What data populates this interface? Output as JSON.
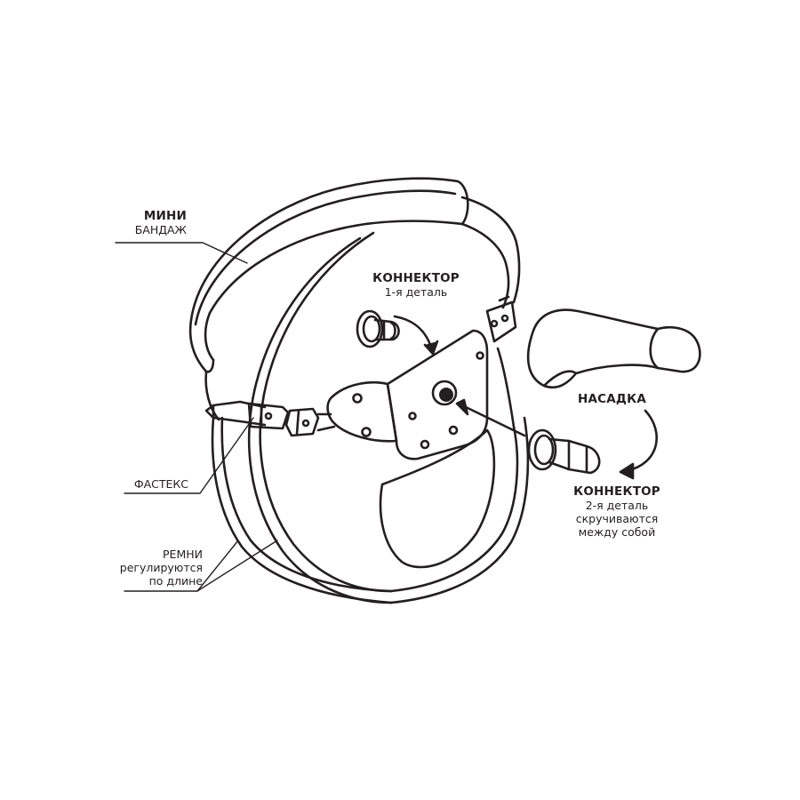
{
  "labels": {
    "mini_bandage": {
      "title": "МИНИ",
      "subtitle": "БАНДАЖ"
    },
    "connector_1": {
      "title": "КОННЕКТОР",
      "subtitle": "1-я деталь"
    },
    "attachment": {
      "title": "НАСАДКА"
    },
    "connector_2": {
      "title": "КОННЕКТОР",
      "line1": "2-я деталь",
      "line2": "скручиваются",
      "line3": "между собой"
    },
    "fastex": {
      "title": "ФАСТЕКС"
    },
    "straps": {
      "title": "РЕМНИ",
      "line1": "регулируются",
      "line2": "по длине"
    }
  },
  "colors": {
    "ink": "#231f20",
    "background": "#ffffff"
  }
}
